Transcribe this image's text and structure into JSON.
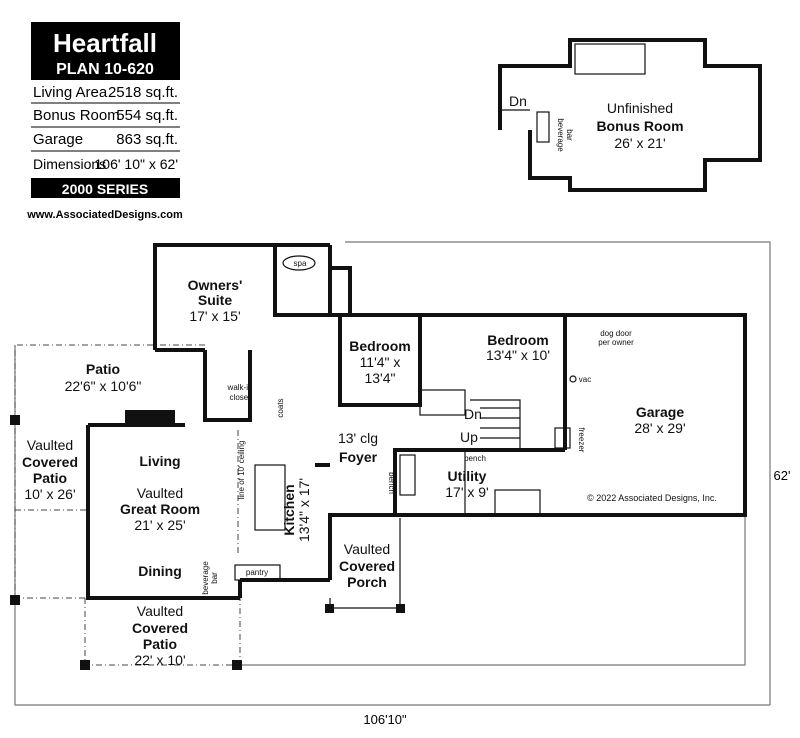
{
  "title_block": {
    "name": "Heartfall",
    "plan": "PLAN 10-620",
    "rows": [
      {
        "label": "Living Area",
        "value": "2518 sq.ft."
      },
      {
        "label": "Bonus Room",
        "value": "554 sq.ft."
      },
      {
        "label": "Garage",
        "value": "863 sq.ft."
      },
      {
        "label": "Dimensions",
        "value": "106' 10\" x 62'"
      }
    ],
    "series": "2000 SERIES",
    "website": "www.AssociatedDesigns.com"
  },
  "bonus": {
    "dn": "Dn",
    "line1": "Unfinished",
    "line2": "Bonus Room",
    "size": "26' x 21'",
    "bev1": "beverage",
    "bev2": "bar"
  },
  "rooms": {
    "owners": {
      "l1": "Owners'",
      "l2": "Suite",
      "size": "17' x 15'"
    },
    "spa": "spa",
    "closet": {
      "l1": "walk-in",
      "l2": "closet"
    },
    "coats": "coats",
    "patio": {
      "l1": "Patio",
      "size": "22'6\" x 10'6\""
    },
    "left_patio": {
      "l1": "Vaulted",
      "l2": "Covered",
      "l3": "Patio",
      "size": "10' x 26'"
    },
    "living": "Living",
    "great": {
      "l1": "Vaulted",
      "l2": "Great Room",
      "size": "21' x 25'"
    },
    "dining": "Dining",
    "bev": {
      "l1": "beverage",
      "l2": "bar"
    },
    "pantry": "pantry",
    "ceiling_line": "line of 10' ceiling",
    "kitchen": {
      "l1": "Kitchen",
      "size": "13'4\" x 17'"
    },
    "bottom_patio": {
      "l1": "Vaulted",
      "l2": "Covered",
      "l3": "Patio",
      "size": "22' x 10'"
    },
    "bed1": {
      "l1": "Bedroom",
      "l2": "11'4\" x",
      "l3": "13'4\""
    },
    "bed2": {
      "l1": "Bedroom",
      "size": "13'4\" x 10'"
    },
    "foyer": {
      "l1": "13' clg",
      "l2": "Foyer"
    },
    "bench1": "bench",
    "bench2": "bench",
    "utility": {
      "l1": "Utility",
      "size": "17' x 9'"
    },
    "dn": "Dn",
    "up": "Up",
    "porch": {
      "l1": "Vaulted",
      "l2": "Covered",
      "l3": "Porch"
    },
    "garage": {
      "l1": "Garage",
      "size": "28' x 29'"
    },
    "dog": {
      "l1": "dog door",
      "l2": "per owner"
    },
    "vac": "vac",
    "freezer": "freezer",
    "copyright": "© 2022 Associated Designs, Inc."
  },
  "dimensions": {
    "width": "106'10\"",
    "depth": "62'"
  }
}
